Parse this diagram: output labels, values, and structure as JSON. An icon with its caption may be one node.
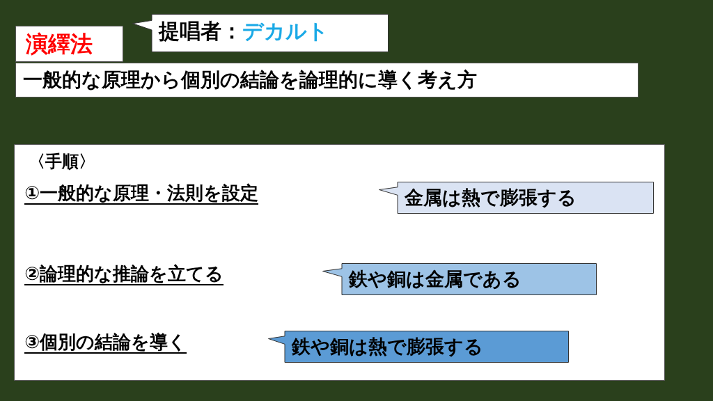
{
  "diagram": {
    "nodes": [
      {
        "text": [
          "演繹法"
        ]
      },
      {
        "text": [
          "提唱者：",
          "デカルト"
        ]
      },
      {
        "text": [
          "一般的な原理から個別の結論を論理的に導く考え方"
        ]
      },
      {
        "text": [
          "〈手順〉",
          "①一般的な原理・法則を設定",
          "②論理的な推論を立てる",
          "③個別の結論を導く"
        ]
      },
      {
        "text": [
          "金属は熱で膨張する"
        ],
        "in": 3
      },
      {
        "text": [
          "鉄や銅は金属である"
        ],
        "in": 3
      },
      {
        "text": [
          "鉄や銅は熱で膨張する"
        ],
        "in": 3
      }
    ]
  }
}
